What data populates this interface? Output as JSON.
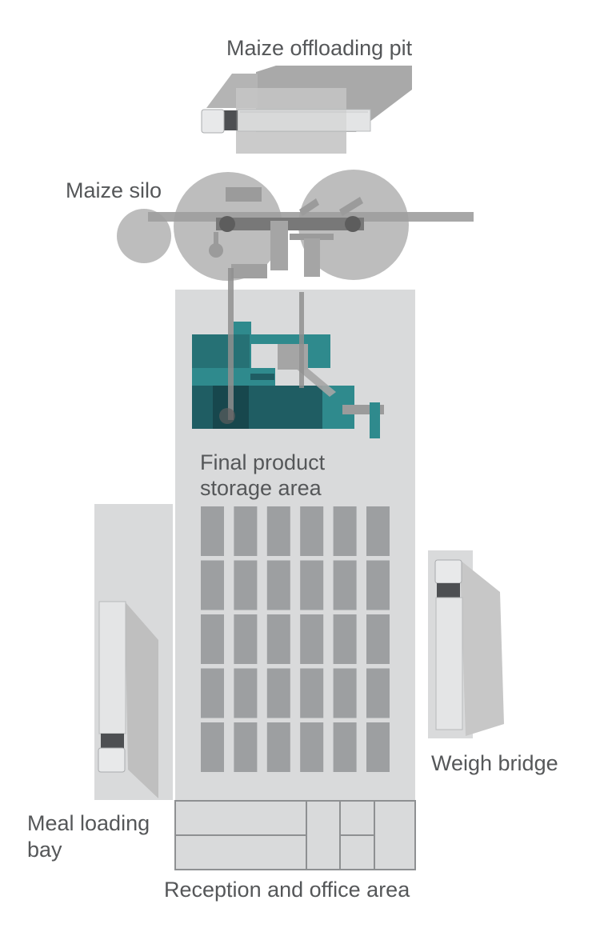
{
  "labels": {
    "offloading_pit": "Maize offloading pit",
    "silo": "Maize silo",
    "storage_line1": "Final product",
    "storage_line2": "storage area",
    "weigh_bridge": "Weigh bridge",
    "loading_bay_line1": "Meal loading",
    "loading_bay_line2": "bay",
    "reception": "Reception and office area"
  },
  "colors": {
    "label_text": "#555759",
    "building_fill": "#d9dadb",
    "pallet_fill": "#9d9fa1",
    "mill_teal": "#2f8a8d",
    "mill_dark": "#1f5d63",
    "machinery_gray": "#9c9c9c",
    "truck_body": "#e4e5e6"
  },
  "storage_grid": {
    "columns": 6,
    "rows": 5
  }
}
